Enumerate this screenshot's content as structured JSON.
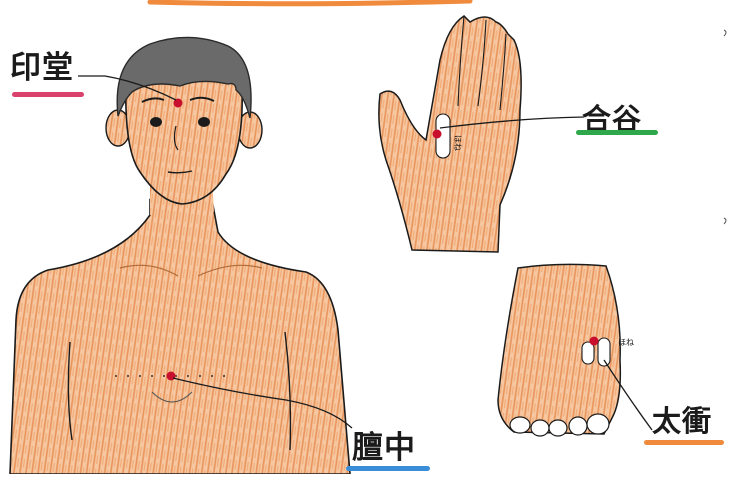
{
  "labels": {
    "intou": "印堂",
    "goukoku": "合谷",
    "taishou": "太衝",
    "danchu": "膻中"
  },
  "bone_notes": {
    "hand": "ほね",
    "foot": "ほね"
  },
  "colors": {
    "skin_pencil": "#ea9a5e",
    "acupoint": "#c8102e",
    "intou_underline": "#d9426a",
    "goukoku_underline": "#2ea84a",
    "taishou_underline": "#f08a3c",
    "danchu_underline": "#3a8ed8",
    "hair": "#555555",
    "outline": "#1b1b1b"
  },
  "acupoints": [
    "intou",
    "goukoku",
    "taishou",
    "danchu"
  ]
}
